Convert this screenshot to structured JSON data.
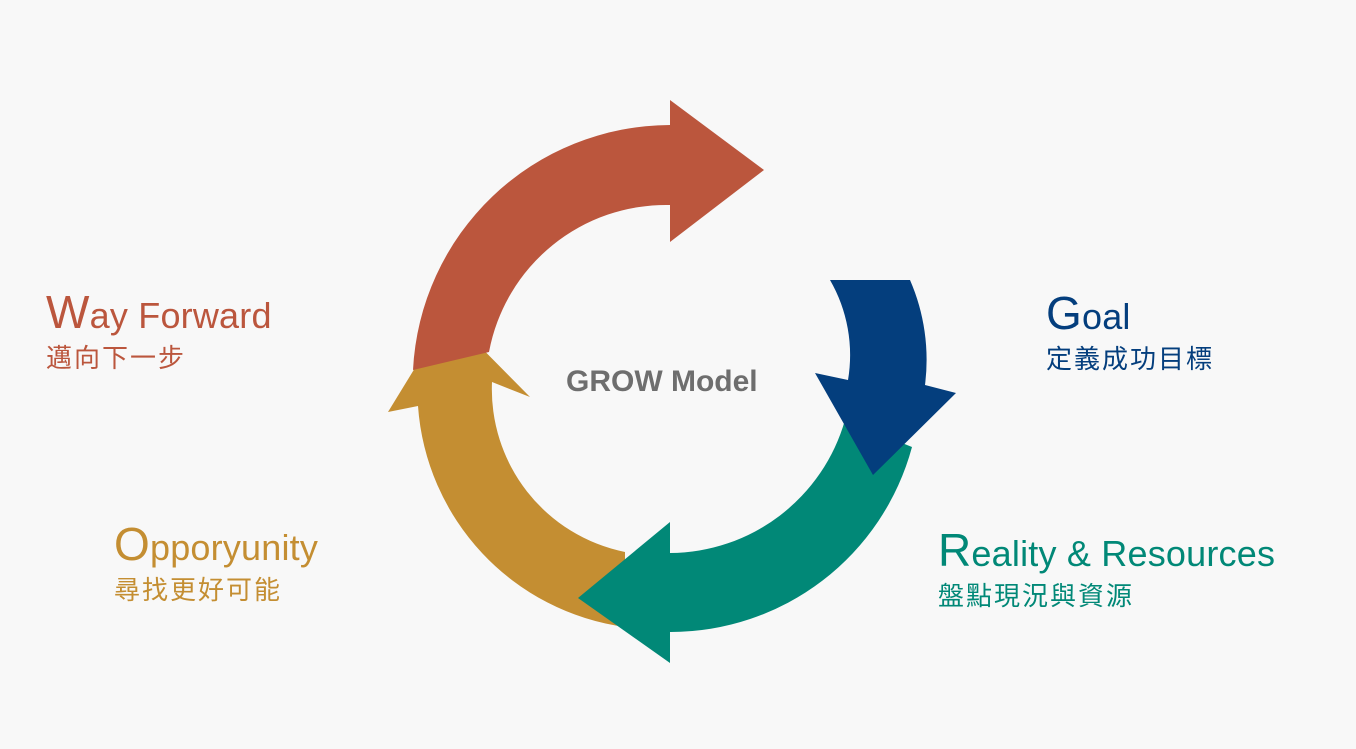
{
  "diagram": {
    "center_title": "GROW Model",
    "stages": [
      {
        "key": "goal",
        "initial": "G",
        "title_rest": "oal",
        "subtitle": "定義成功目標",
        "color": "#043e7d"
      },
      {
        "key": "reality",
        "initial": "R",
        "title_rest": "eality & Resources",
        "subtitle": "盤點現況與資源",
        "color": "#018877"
      },
      {
        "key": "opportunity",
        "initial": "O",
        "title_rest": "pporyunity",
        "subtitle": "尋找更好可能",
        "color": "#c48e32"
      },
      {
        "key": "way_forward",
        "initial": "W",
        "title_rest": "ay Forward",
        "subtitle": "邁向下一步",
        "color": "#bb563d"
      }
    ],
    "colors": {
      "background": "#f8f8f8",
      "center_text": "#6e6e6e"
    }
  }
}
